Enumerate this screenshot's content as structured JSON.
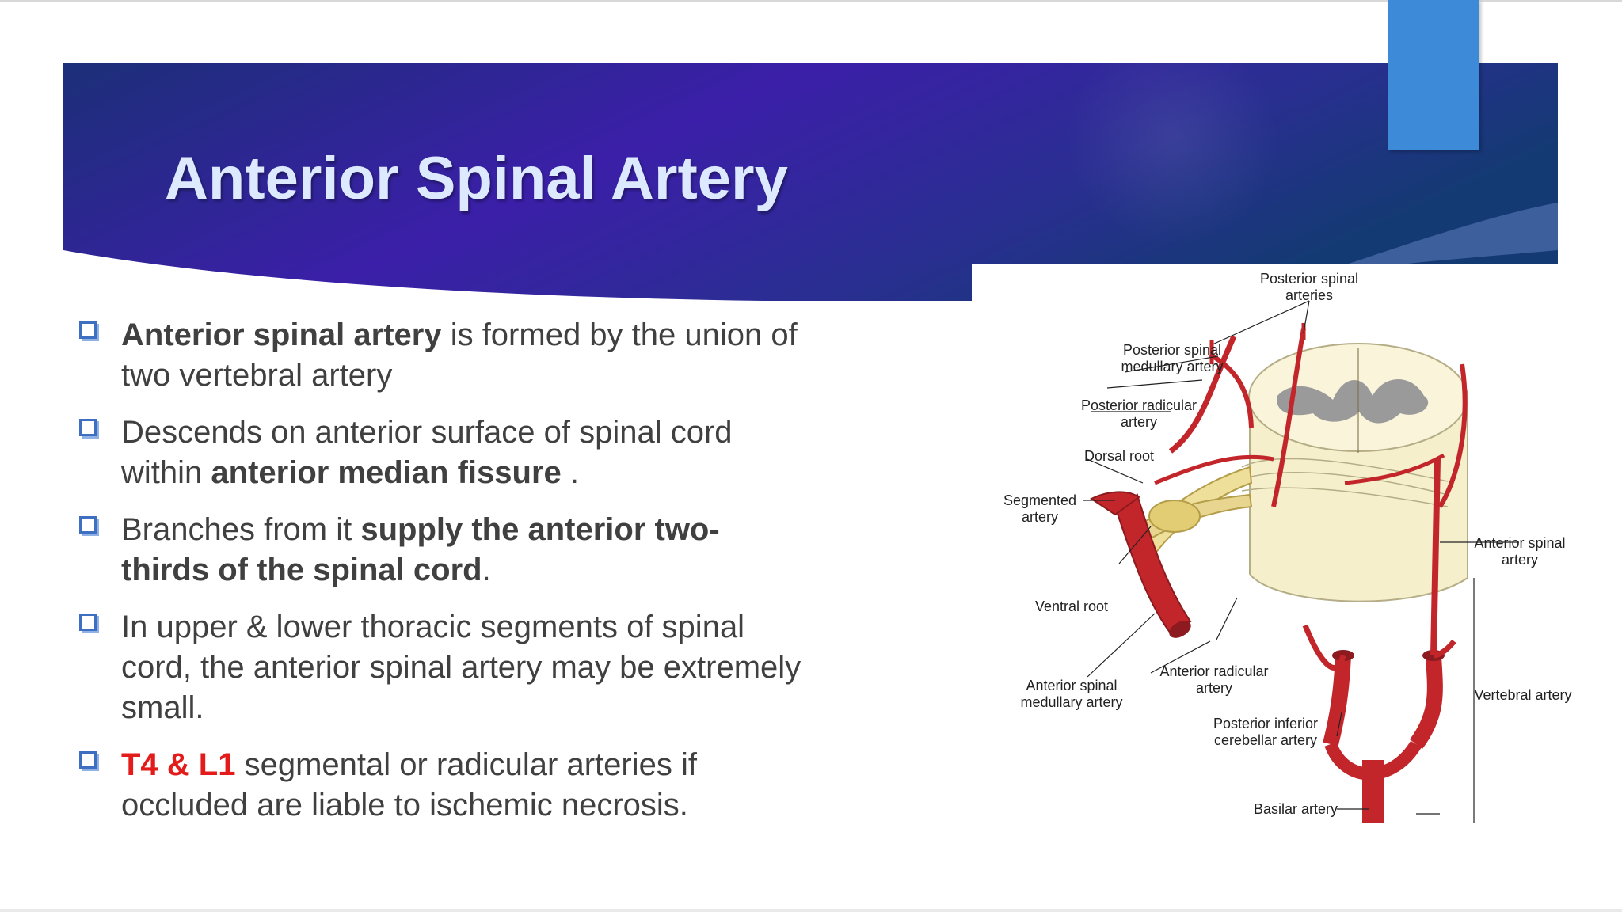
{
  "slide": {
    "title": "Anterior Spinal Artery",
    "bullets": [
      {
        "runs": [
          {
            "text": "Anterior spinal artery",
            "bold": true
          },
          {
            "text": " is formed by the union of two vertebral artery"
          }
        ]
      },
      {
        "runs": [
          {
            "text": "Descends on anterior surface of spinal cord within "
          },
          {
            "text": "anterior median fissure",
            "bold": true
          },
          {
            "text": " ."
          }
        ]
      },
      {
        "runs": [
          {
            "text": "Branches from it "
          },
          {
            "text": "supply the anterior two-thirds of the spinal cord",
            "bold": true
          },
          {
            "text": "."
          }
        ]
      },
      {
        "runs": [
          {
            "text": " In upper & lower thoracic segments of spinal cord, the anterior spinal artery may be extremely small."
          }
        ]
      },
      {
        "runs": [
          {
            "text": "T4 & L1",
            "red": true
          },
          {
            "text": " segmental or radicular arteries if occluded are liable to ischemic necrosis."
          }
        ]
      }
    ]
  },
  "diagram": {
    "labels": {
      "posterior_spinal_arteries": [
        "Posterior spinal",
        "arteries"
      ],
      "posterior_spinal_medullary": [
        "Posterior spinal",
        "medullary artery"
      ],
      "posterior_radicular": [
        "Posterior radicular",
        "artery"
      ],
      "dorsal_root": [
        "Dorsal root"
      ],
      "segmented_artery": [
        "Segmented",
        "artery"
      ],
      "ventral_root": [
        "Ventral root"
      ],
      "anterior_spinal_medullary": [
        "Anterior spinal",
        "medullary artery"
      ],
      "anterior_radicular": [
        "Anterior radicular",
        "artery"
      ],
      "posterior_inferior_cerebellar": [
        "Posterior inferior",
        "cerebellar artery"
      ],
      "basilar_artery": [
        "Basilar artery"
      ],
      "anterior_spinal_artery": [
        "Anterior spinal",
        "artery"
      ],
      "vertebral_artery": [
        "Vertebral artery"
      ]
    }
  },
  "colors": {
    "banner_dark": "#1c2f78",
    "banner_purple": "#3b1fa8",
    "accent_tab": "#3d8ad9",
    "artery_red": "#c2262a",
    "cord_cream": "#f5efcc",
    "grey_matter": "#9a9a9a",
    "bullet_red": "#e31b1b"
  }
}
